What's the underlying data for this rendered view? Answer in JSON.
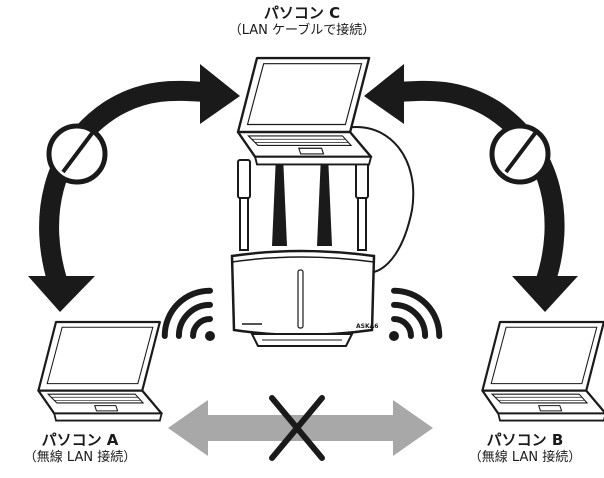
{
  "pc_c": {
    "name": "パソコン C",
    "connection": "（LAN ケーブルで接続）"
  },
  "pc_a": {
    "name": "パソコン A",
    "connection": "（無線 LAN 接続）"
  },
  "pc_b": {
    "name": "パソコン B",
    "connection": "（無線 LAN 接続）"
  },
  "router": {
    "brand_mark": "ASKA6"
  },
  "colors": {
    "ink": "#1a1a1a",
    "blocked_arrow": "#a8a8a8"
  },
  "icons": [
    "laptop-icon",
    "router-icon",
    "wifi-icon",
    "circle-ok-icon",
    "cross-icon"
  ]
}
